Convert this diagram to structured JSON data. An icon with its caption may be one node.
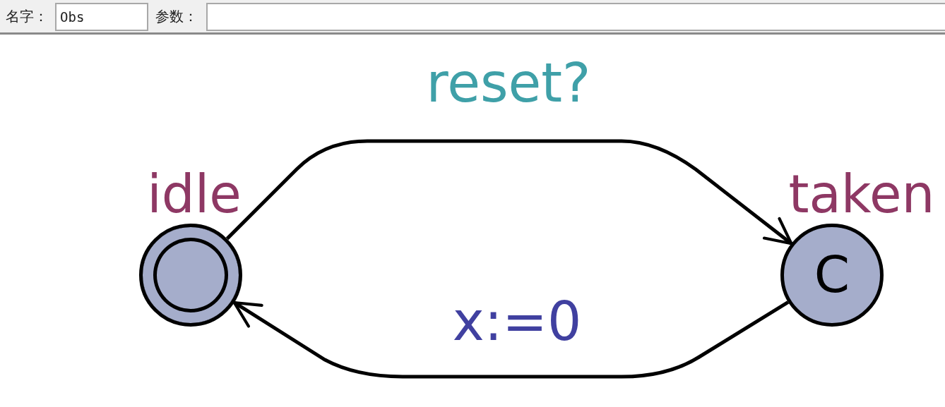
{
  "diagram": {
    "nodes": [
      {
        "text": [
          "idle"
        ]
      },
      {
        "text": [
          "taken",
          "C"
        ]
      }
    ],
    "edges": [
      {
        "from": 0,
        "to": 1,
        "arrow": "to",
        "label": "reset?"
      },
      {
        "from": 1,
        "to": 0,
        "arrow": "to",
        "label": "x:=0"
      }
    ],
    "labels": [
      "名字：",
      "Obs",
      "参数："
    ]
  }
}
